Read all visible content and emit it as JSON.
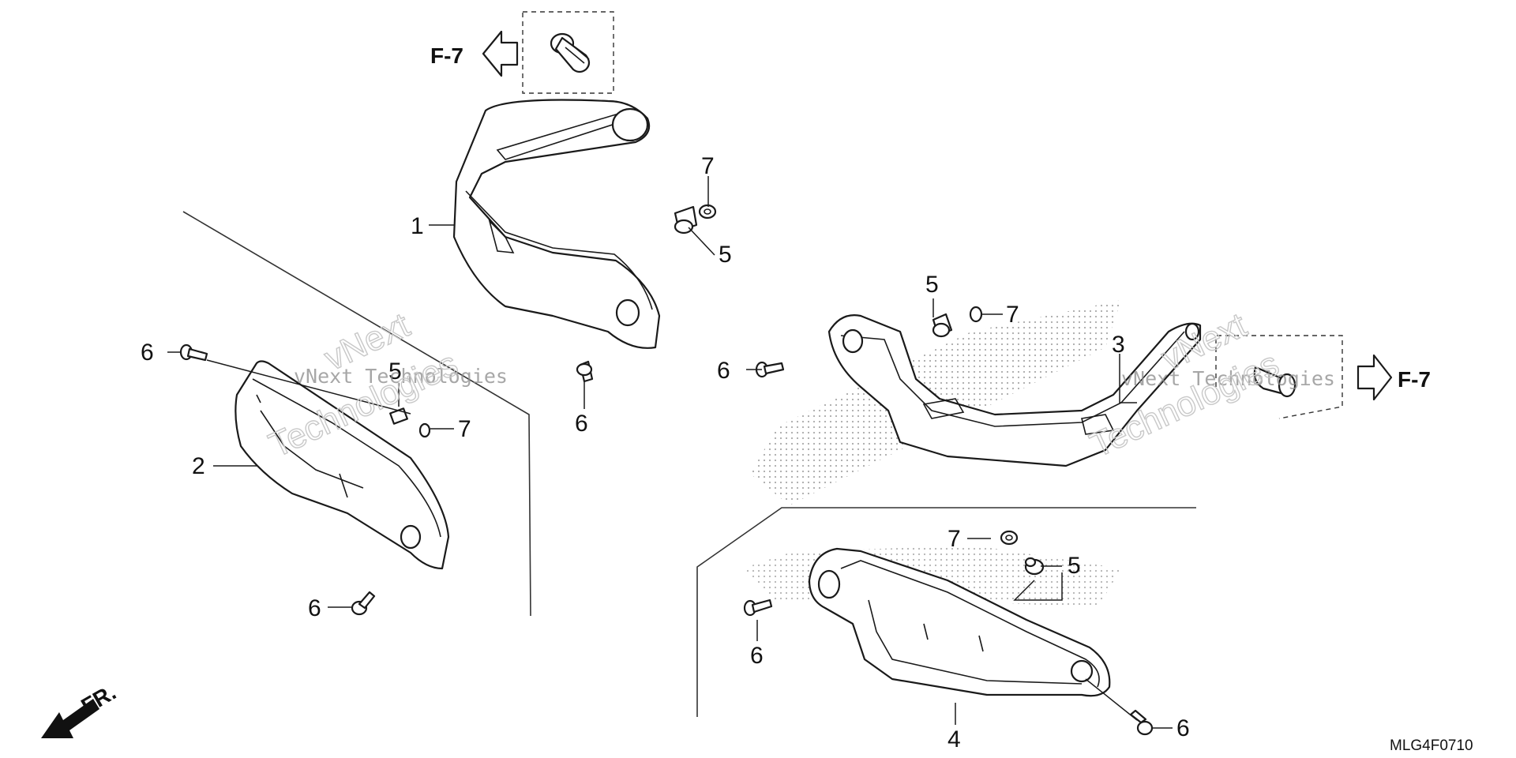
{
  "diagram": {
    "drawing_code": "MLG4F0710",
    "front_indicator": "FR.",
    "reference_tags": [
      "F-7",
      "F-7"
    ],
    "part_callouts": [
      "1",
      "2",
      "3",
      "4",
      "5",
      "5",
      "5",
      "5",
      "6",
      "6",
      "6",
      "6",
      "6",
      "6",
      "7",
      "7",
      "7",
      "7"
    ],
    "watermarks": [
      "vNext Technologies",
      "vNext Technologies",
      "vNext",
      "Technologies",
      "vNext",
      "Technologies"
    ]
  }
}
